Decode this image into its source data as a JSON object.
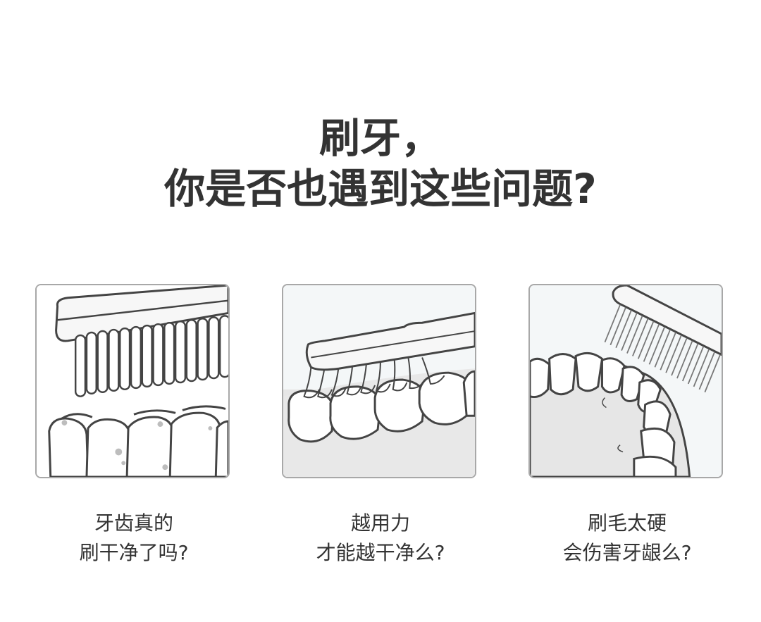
{
  "headline": {
    "line1": "刷牙，",
    "line2": "你是否也遇到这些问题?"
  },
  "panels": [
    {
      "icon": "toothbrush-on-plaque-teeth-illustration",
      "caption_line1": "牙齿真的",
      "caption_line2": "刷干净了吗?"
    },
    {
      "icon": "toothbrush-pressing-hard-illustration",
      "caption_line1": "越用力",
      "caption_line2": "才能越干净么?"
    },
    {
      "icon": "hard-bristles-gum-damage-illustration",
      "caption_line1": "刷毛太硬",
      "caption_line2": "会伤害牙龈么?"
    }
  ],
  "colors": {
    "text": "#333333",
    "panel_border": "#a8a8a8",
    "panel_bg_light": "#f4f7f8",
    "gum_gray": "#e6e6e6",
    "stroke": "#444444"
  }
}
